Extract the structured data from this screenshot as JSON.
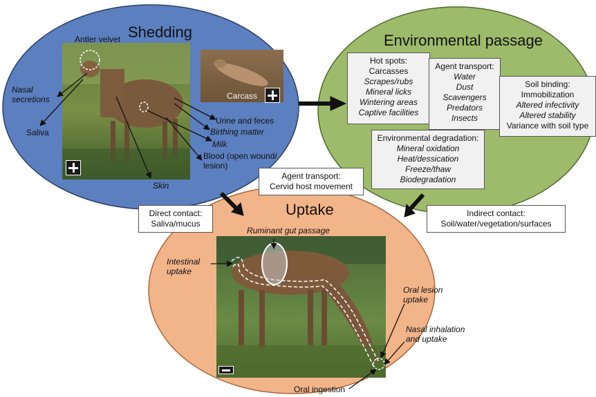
{
  "colors": {
    "shedding_fill": "#5b7fbf",
    "environment_fill": "#9dbb6a",
    "uptake_fill": "#f2b489",
    "arrow": "#111111",
    "box_fill": "#f1f1f1"
  },
  "shedding": {
    "title": "Shedding",
    "antler_velvet": "Antler velvet",
    "nasal_secretions": [
      "Nasal",
      "secretions"
    ],
    "saliva": "Saliva",
    "skin": "Skin",
    "carcass": "Carcass",
    "urine_feces": "Urine and feces",
    "birthing_matter": "Birthing matter",
    "milk": "Milk",
    "blood": [
      "Blood (open wound/",
      "lesion)"
    ]
  },
  "environment": {
    "title": "Environmental passage",
    "hot_spots": {
      "header": "Hot spots:",
      "items": [
        "Carcasses",
        "Scrapes/rubs",
        "Mineral licks",
        "Wintering areas",
        "Captive facilities"
      ]
    },
    "agent_transport": {
      "header": "Agent transport:",
      "items": [
        "Water",
        "Dust",
        "Scavengers",
        "Predators",
        "Insects"
      ]
    },
    "soil_binding": {
      "header": "Soil binding:",
      "items": [
        "Immobilization",
        "Altered infectivity",
        "Altered stability",
        "Variance with soil type"
      ]
    },
    "degradation": {
      "header": "Environmental degradation:",
      "items": [
        "Mineral oxidation",
        "Heat/dessication",
        "Freeze/thaw",
        "Biodegradation"
      ]
    }
  },
  "connectors": {
    "cervid_transport": [
      "Agent transport:",
      "Cervid host movement"
    ],
    "direct_contact": [
      "Direct contact:",
      "Saliva/mucus"
    ],
    "indirect_contact": [
      "Indirect contact:",
      "Soil/water/vegetation/surfaces"
    ]
  },
  "uptake": {
    "title": "Uptake",
    "ruminant_gut": "Ruminant gut passage",
    "intestinal_uptake": [
      "Intestinal",
      "uptake"
    ],
    "oral_lesion": [
      "Oral lesion",
      "uptake"
    ],
    "nasal_inhalation": [
      "Nasal inhalation",
      "and uptake"
    ],
    "oral_ingestion": "Oral ingestion"
  }
}
